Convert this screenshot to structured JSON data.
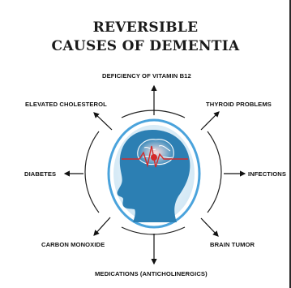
{
  "title": {
    "line1": "REVERSIBLE",
    "line2": "CAUSES OF DEMENTIA"
  },
  "causes": {
    "top": "DEFICIENCY OF VITAMIN B12",
    "top_left": "ELEVATED CHOLESTEROL",
    "top_right": "THYROID PROBLEMS",
    "left": "DIABETES",
    "right": "INFECTIONS",
    "bottom_left": "CARBON MONOXIDE",
    "bottom_right": "BRAIN TUMOR",
    "bottom": "MEDICATIONS (ANTICHOLINERGICS)"
  },
  "colors": {
    "head": "#2c7fb3",
    "oval_bg": "#dceef8",
    "oval_ring": "#4aa3dc",
    "pulse": "#d42a2a",
    "text": "#111111"
  }
}
